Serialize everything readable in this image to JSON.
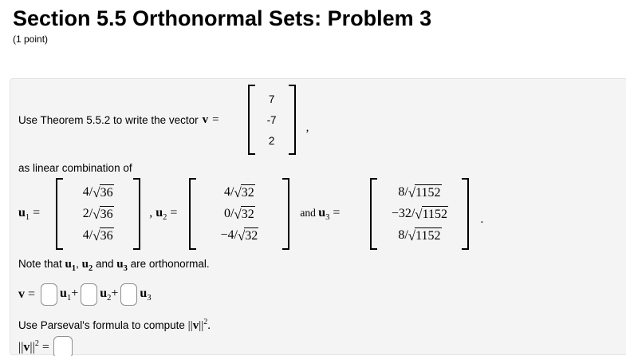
{
  "page": {
    "title": "Section 5.5 Orthonormal Sets: Problem 3",
    "points": "(1 point)"
  },
  "problem": {
    "intro": "Use Theorem 5.5.2 to write the vector",
    "v_name": "v",
    "eq": "=",
    "after_v": ",",
    "linear_combination": "as linear combination of"
  },
  "vectors": {
    "v": [
      "7",
      "-7",
      "2"
    ],
    "u1": {
      "name": "u",
      "sub": "1",
      "eq": " =",
      "rows": [
        {
          "pre": "4/",
          "root": "36"
        },
        {
          "pre": "2/",
          "root": "36"
        },
        {
          "pre": "4/",
          "root": "36"
        }
      ]
    },
    "u2": {
      "prefix": ", ",
      "name": "u",
      "sub": "2",
      "eq": " =",
      "rows": [
        {
          "pre": "4/",
          "root": "32"
        },
        {
          "pre": "0/",
          "root": "32"
        },
        {
          "pre": "−4/",
          "root": "32"
        }
      ]
    },
    "u3": {
      "prefix": "and ",
      "name": "u",
      "sub": "3",
      "eq": " =",
      "rows": [
        {
          "pre": "8/",
          "root": "1152"
        },
        {
          "pre": "−32/",
          "root": "1152"
        },
        {
          "pre": "8/",
          "root": "1152"
        }
      ]
    },
    "period": "."
  },
  "note": {
    "t1": "Note that ",
    "u": "u",
    "s1": "1",
    "comma": ", ",
    "s2": "2",
    "and": " and ",
    "s3": "3",
    "t2": " are orthonormal."
  },
  "equation": {
    "v": "v",
    "eq": "=",
    "u": "u",
    "s1": "1",
    "plus1": "+",
    "s2": "2",
    "plus2": "+",
    "s3": "3"
  },
  "parseval": {
    "text": "Use Parseval's formula to compute ",
    "bars_open": "||",
    "v": "v",
    "bars_close": "||",
    "sup": "2",
    "period": "."
  },
  "answer": {
    "bars_open": "||",
    "v": "v",
    "bars_close": "||",
    "sup": "2",
    "eq": " ="
  },
  "inputs": {
    "c1": "",
    "c2": "",
    "c3": "",
    "norm": ""
  },
  "colors": {
    "panel_bg": "#f4f4f4",
    "panel_border": "#e3e3e3",
    "input_border": "#8f8f8f",
    "text": "#000000"
  }
}
